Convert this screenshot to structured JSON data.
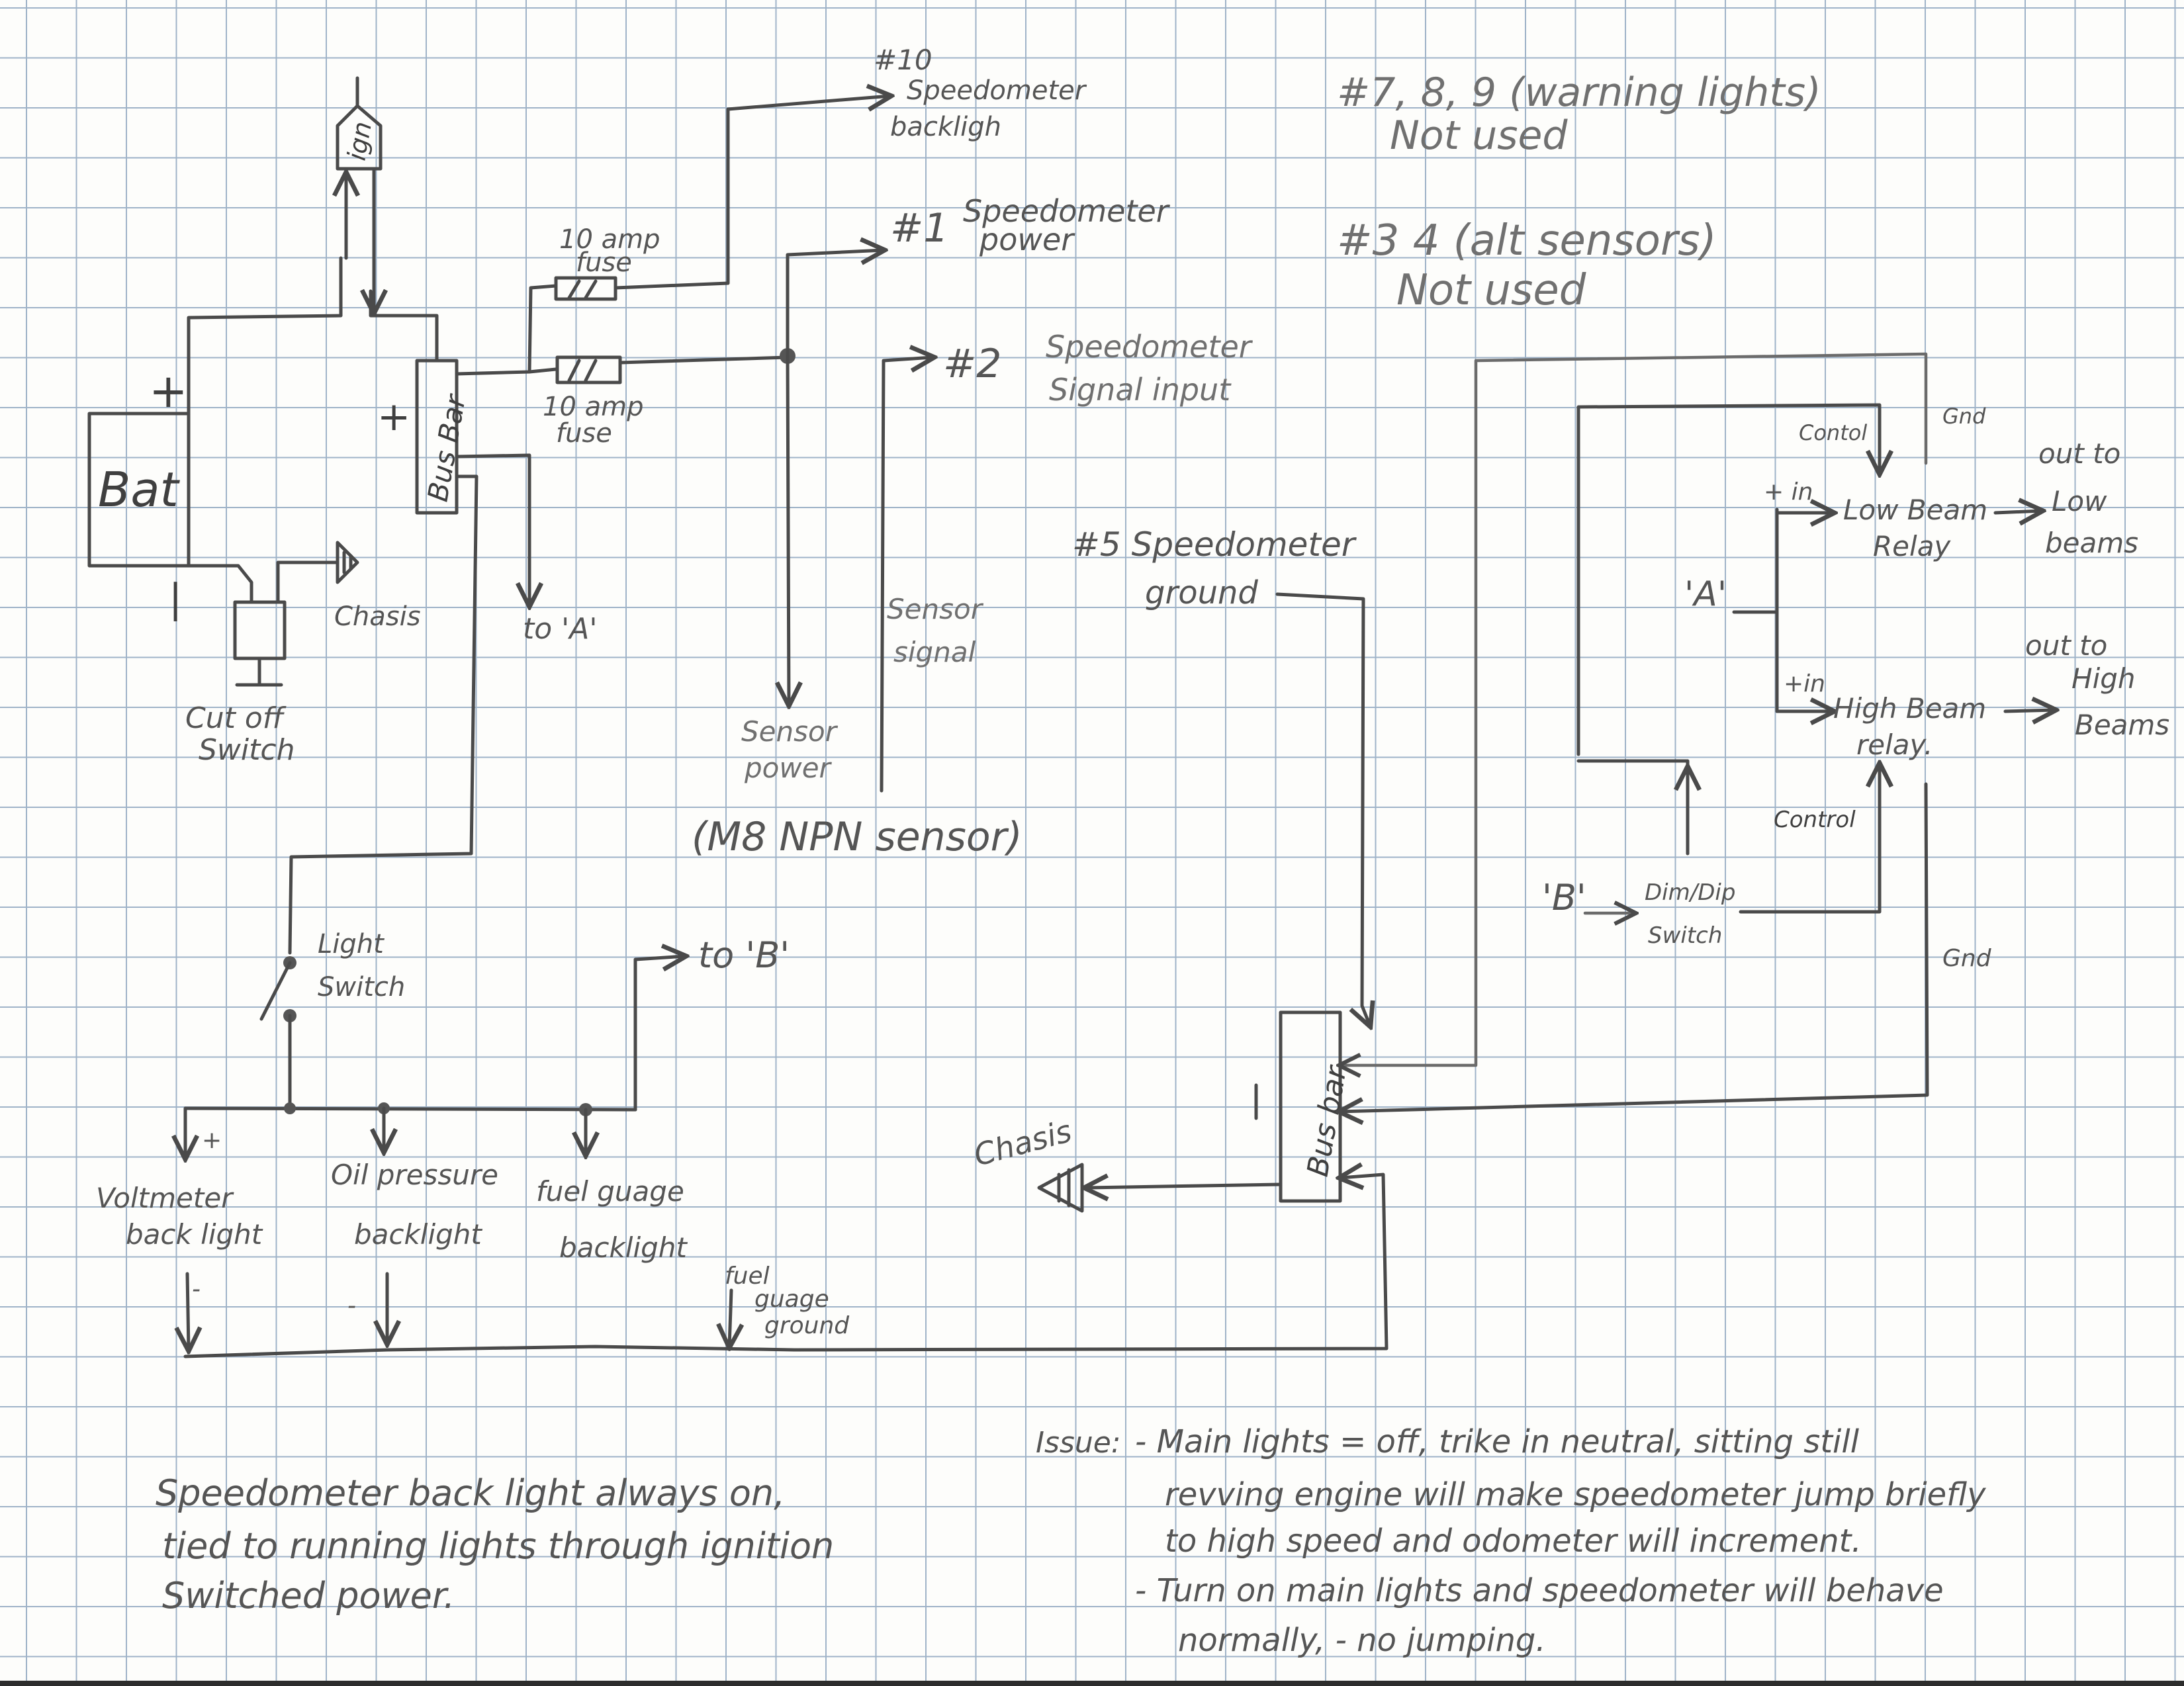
{
  "paper": {
    "background": "#fdfdfb",
    "grid_color": "#9fb3c8",
    "ink_color": "#4a4a4a"
  },
  "components": {
    "battery": {
      "label": "Bat",
      "plus": "+",
      "minus": "|"
    },
    "ignition": {
      "label": "ign"
    },
    "bus_bar_positive": {
      "label": "Bus Bar",
      "polarity": "+"
    },
    "bus_bar_negative": {
      "label": "Bus bar",
      "polarity": "|"
    },
    "fuse_top": {
      "label_line1": "10 amp",
      "label_line2": "fuse"
    },
    "fuse_bottom": {
      "label_line1": "10 amp",
      "label_line2": "fuse"
    },
    "chassis_top": {
      "label": "Chasis"
    },
    "chassis_bottom": {
      "label": "Chasis"
    },
    "cutoff_switch": {
      "label_line1": "Cut off",
      "label_line2": "Switch"
    },
    "light_switch": {
      "label_line1": "Light",
      "label_line2": "Switch"
    },
    "to_a": {
      "label": "to 'A'"
    },
    "to_b": {
      "label": "to 'B'"
    }
  },
  "speedometer_pins": {
    "pin10": {
      "number": "#10",
      "line1": "Speedometer",
      "line2": "backligh"
    },
    "pin1": {
      "number": "#1",
      "line1": "Speedometer",
      "line2": "power"
    },
    "pin2": {
      "number": "#2",
      "line1": "Speedometer",
      "line2": "Signal input"
    },
    "pin5": {
      "number": "#5",
      "line1": "Speedometer",
      "line2": "ground"
    }
  },
  "notes_top_right": {
    "warning": {
      "line1": "#7, 8, 9 (warning lights)",
      "line2": "Not used"
    },
    "alt": {
      "line1": "#3 4 (alt sensors)",
      "line2": "Not used"
    }
  },
  "sensor": {
    "power_line1": "Sensor",
    "power_line2": "power",
    "signal_line1": "Sensor",
    "signal_line2": "signal",
    "model": "(M8 NPN sensor)"
  },
  "headlights": {
    "a_label": "'A'",
    "b_label": "'B'",
    "low_relay": {
      "line1": "Low Beam",
      "line2": "Relay",
      "in": "+ in",
      "control": "Contol",
      "gnd": "Gnd"
    },
    "low_out": {
      "line1": "out to",
      "line2": "Low",
      "line3": "beams"
    },
    "high_relay": {
      "line1": "High Beam",
      "line2": "relay.",
      "in": "+in",
      "control": "Control",
      "gnd": "Gnd"
    },
    "high_out": {
      "line1": "out to",
      "line2": "High",
      "line3": "Beams"
    },
    "dimmer": {
      "line1": "Dim/Dip",
      "line2": "Switch"
    }
  },
  "gauges": {
    "voltmeter": {
      "line1": "Voltmeter",
      "line2": "back light",
      "plus": "+",
      "minus": "-"
    },
    "oil": {
      "line1": "Oil pressure",
      "line2": "backlight",
      "minus": "-"
    },
    "fuel": {
      "line1": "fuel guage",
      "line2": "backlight"
    },
    "fuel_ground": {
      "line1": "fuel",
      "line2": "guage",
      "line3": "ground"
    }
  },
  "notes_bottom": {
    "left": [
      "Speedometer back light always on,",
      "tied to running lights through ignition",
      "Switched power."
    ],
    "issue_label": "Issue:",
    "issue": [
      "- Main lights = off, trike in neutral, sitting still",
      "revving engine will make speedometer jump briefly",
      "to high speed and odometer will increment.",
      "- Turn on main lights and speedometer will behave",
      "normally, - no jumping."
    ]
  }
}
